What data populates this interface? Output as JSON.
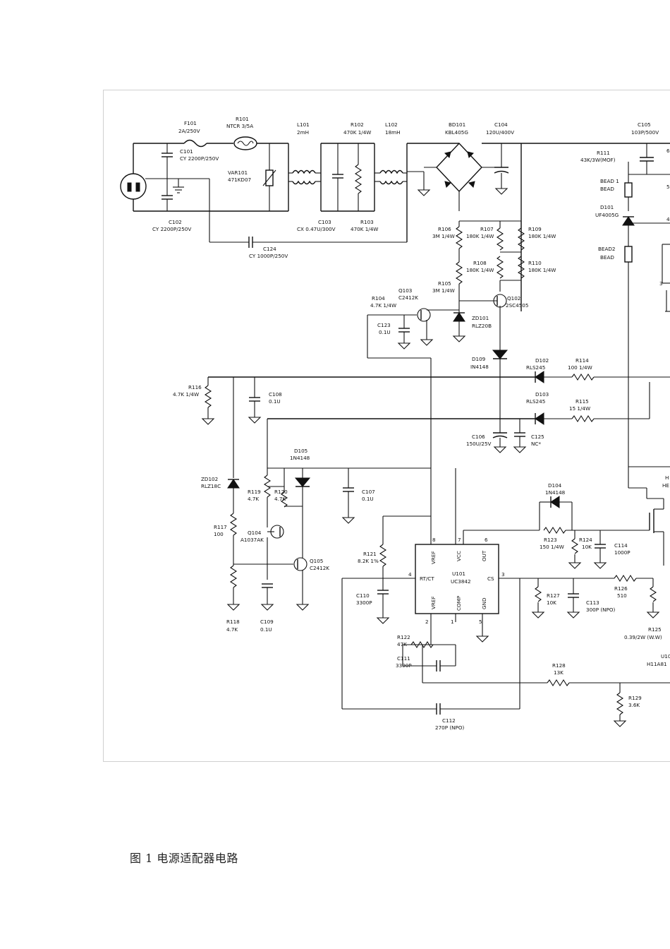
{
  "caption": "图 1  电源适配器电路",
  "components": {
    "F101": [
      "F101",
      "2A/250V"
    ],
    "R101": [
      "R101",
      "NTCR 3/5A"
    ],
    "L101": [
      "L101",
      "2mH"
    ],
    "R102": [
      "R102",
      "470K 1/4W"
    ],
    "L102": [
      "L102",
      "18mH"
    ],
    "BD101": [
      "BD101",
      "KBL405G"
    ],
    "C104": [
      "C104",
      "120U/400V"
    ],
    "C105": [
      "C105",
      "103P/500V"
    ],
    "C101": [
      "C101",
      "CY 2200P/250V"
    ],
    "VAR101": [
      "VAR101",
      "471KD07"
    ],
    "C102": [
      "C102",
      "CY 2200P/250V"
    ],
    "C103": [
      "C103",
      "CX 0.47U/300V"
    ],
    "R103": [
      "R103",
      "470K 1/4W"
    ],
    "C124": [
      "C124",
      "CY 1000P/250V"
    ],
    "R111": [
      "R111",
      "43K/3W(MOF)"
    ],
    "BEAD1": [
      "BEAD 1",
      "BEAD"
    ],
    "D101": [
      "D101",
      "UF4005G"
    ],
    "BEAD2": [
      "BEAD2",
      "BEAD"
    ],
    "R106": [
      "R106",
      "3M 1/4W"
    ],
    "R107": [
      "R107",
      "180K 1/4W"
    ],
    "R109": [
      "R109",
      "180K 1/4W"
    ],
    "R108": [
      "R108",
      "180K 1/4W"
    ],
    "R110": [
      "R110",
      "180K 1/4W"
    ],
    "R105": [
      "R105",
      "3M 1/4W"
    ],
    "R104": [
      "R104",
      "4.7K 1/4W"
    ],
    "Q103": [
      "Q103",
      "C2412K"
    ],
    "Q102": [
      "Q102",
      "2SC4505"
    ],
    "C123": [
      "C123",
      "0.1U"
    ],
    "ZD101": [
      "ZD101",
      "RLZ20B"
    ],
    "D109": [
      "D109",
      "IN4148"
    ],
    "D102": [
      "D102",
      "RLS245"
    ],
    "R114": [
      "R114",
      "100 1/4W"
    ],
    "D103": [
      "D103",
      "RLS245"
    ],
    "R115": [
      "R115",
      "15 1/4W"
    ],
    "R116": [
      "R116",
      "4.7K 1/4W"
    ],
    "C108": [
      "C108",
      "0.1U"
    ],
    "C106": [
      "C106",
      "150U/25V"
    ],
    "C125": [
      "C125",
      "NC*"
    ],
    "D105": [
      "D105",
      "1N4148"
    ],
    "ZD102": [
      "ZD102",
      "RLZ18C"
    ],
    "R119": [
      "R119",
      "4.7K"
    ],
    "R120": [
      "R120",
      "4.7K"
    ],
    "C107": [
      "C107",
      "0.1U"
    ],
    "D104": [
      "D104",
      "1N4148"
    ],
    "R117": [
      "R117",
      "100"
    ],
    "Q104": [
      "Q104",
      "A1037AK"
    ],
    "Q105": [
      "Q105",
      "C2412K"
    ],
    "R121": [
      "R121",
      "8.2K 1%"
    ],
    "U101": [
      "U101",
      "UC3842"
    ],
    "R123": [
      "R123",
      "150 1/4W"
    ],
    "R124": [
      "R124",
      "10K"
    ],
    "C114": [
      "C114",
      "1000P"
    ],
    "R126": [
      "R126",
      "510"
    ],
    "C110": [
      "C110",
      "3300P"
    ],
    "R127": [
      "R127",
      "10K"
    ],
    "C113": [
      "C113",
      "300P (NPO)"
    ],
    "R125": [
      "R125",
      "0.39/2W (W.W)"
    ],
    "R118": [
      "R118",
      "4.7K"
    ],
    "C109": [
      "C109",
      "0.1U"
    ],
    "R122": [
      "R122",
      "47K"
    ],
    "C111": [
      "C111",
      "3300P"
    ],
    "R128": [
      "R128",
      "13K"
    ],
    "U102": [
      "U10",
      "H11A81"
    ],
    "R129": [
      "R129",
      "3.6K"
    ],
    "C112": [
      "C112",
      "270P (NPO)"
    ],
    "H_partial": [
      "H",
      "HE"
    ]
  },
  "ic_pins": {
    "vref_top": "VREF",
    "vcc": "VCC",
    "out": "OUT",
    "rtct": "RT/CT",
    "cs": "CS",
    "vref_bottom": "VREF",
    "comp": "COMP",
    "gnd": "GND",
    "n4": "4",
    "n7": "7",
    "n6": "6",
    "n3": "3",
    "n8": "8",
    "n2": "2",
    "n1": "1",
    "n5": "5"
  },
  "transformer_pins": [
    "6",
    "5",
    "4",
    "3"
  ]
}
